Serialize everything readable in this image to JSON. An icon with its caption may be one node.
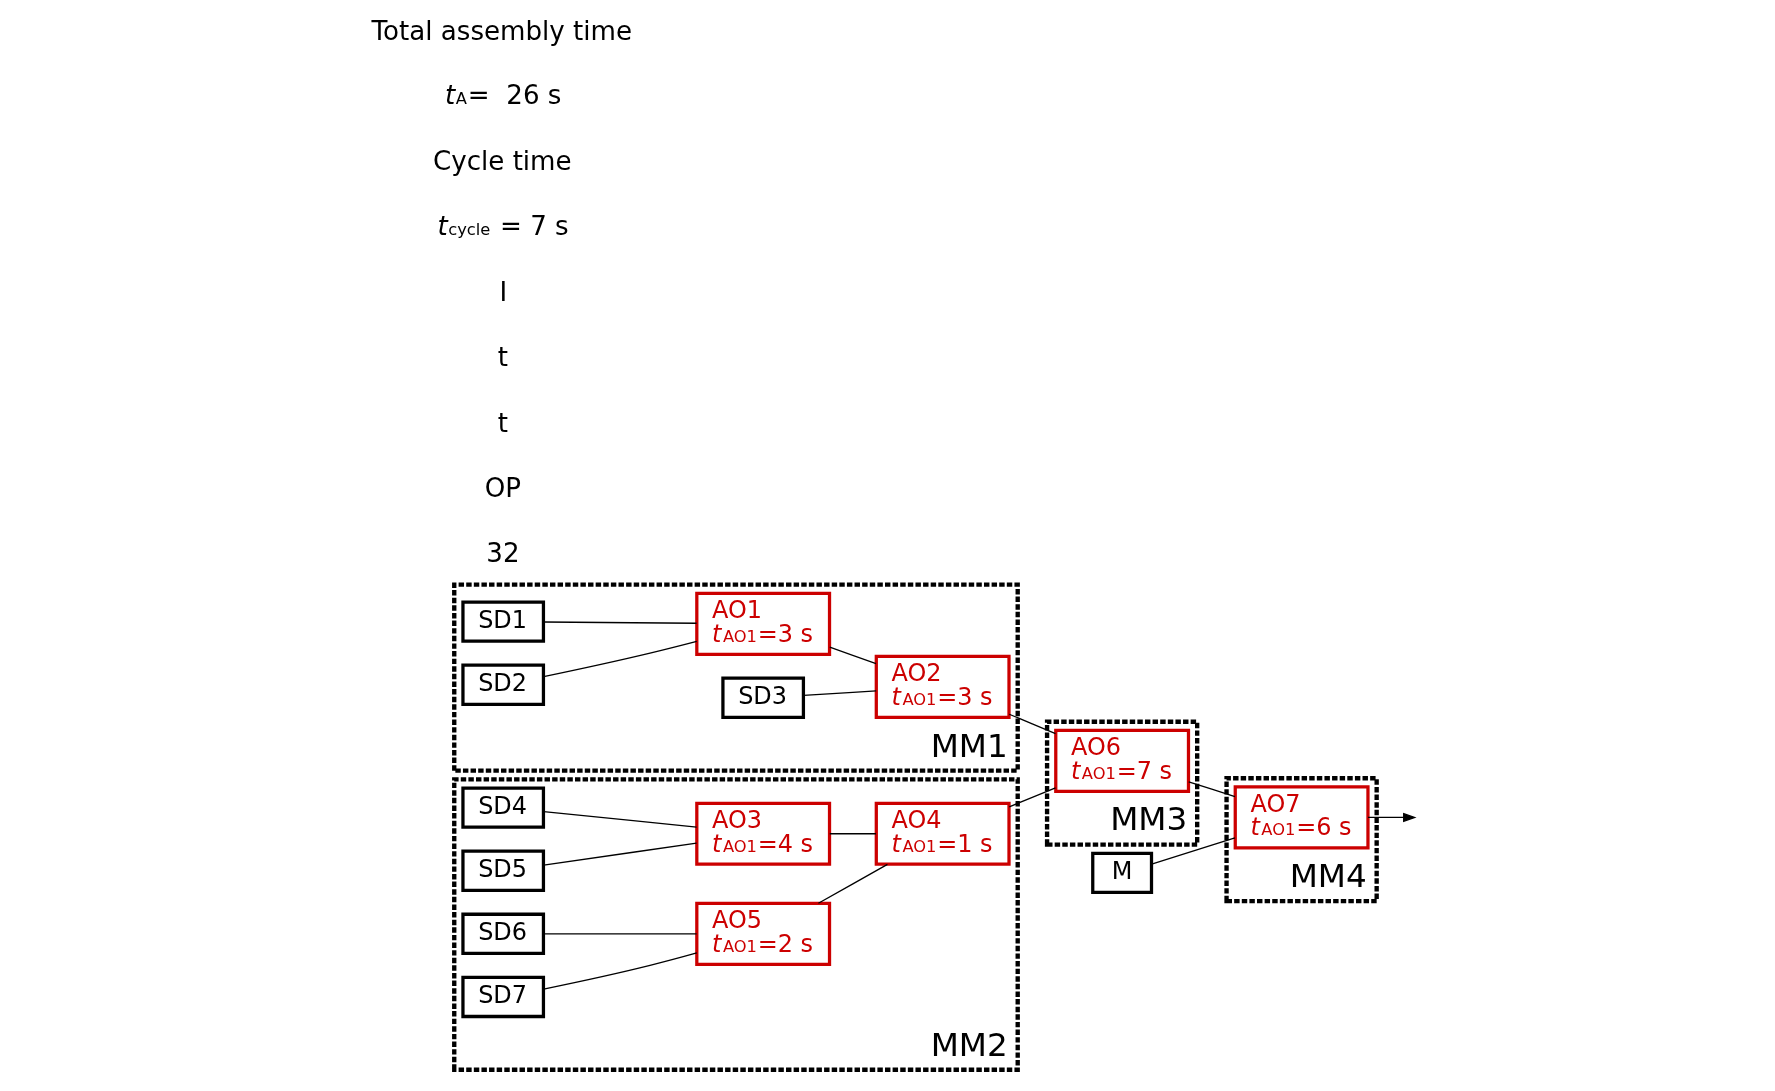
{
  "diagram": {
    "nodes": [
      {
        "text": [
          "MM1"
        ]
      },
      {
        "text": [
          "SD1"
        ],
        "in": 0
      },
      {
        "text": [
          "SD2"
        ],
        "in": 0
      },
      {
        "text": [
          "SD3"
        ],
        "in": 0
      },
      {
        "text": [
          "AO1",
          "*t*$_{AO1}$=3 s"
        ],
        "in": 0
      },
      {
        "text": [
          "AO2",
          "*t*$_{AO1}$=3 s"
        ],
        "in": 0
      },
      {
        "text": [
          "MM2"
        ]
      },
      {
        "text": [
          "SD4"
        ],
        "in": 6
      },
      {
        "text": [
          "SD5"
        ],
        "in": 6
      },
      {
        "text": [
          "SD6"
        ],
        "in": 6
      },
      {
        "text": [
          "SD7"
        ],
        "in": 6
      },
      {
        "text": [
          "AO3",
          "*t*$_{AO1}$=4 s"
        ],
        "in": 6
      },
      {
        "text": [
          "AO4",
          "*t*$_{AO1}$=1 s"
        ],
        "in": 6
      },
      {
        "text": [
          "AO5",
          "*t*$_{AO1}$=2 s"
        ],
        "in": 6
      },
      {
        "text": [
          "MM3"
        ]
      },
      {
        "text": [
          "AO6",
          "*t*$_{AO1}$=7 s"
        ],
        "in": 14
      },
      {
        "text": [
          "MM4"
        ]
      },
      {
        "text": [
          "AO7",
          "*t*$_{AO1}$=6 s"
        ],
        "in": 16
      },
      {
        "text": [
          "M"
        ]
      }
    ],
    "edges": [
      {
        "from": 1,
        "to": 4,
        "arrow": "none"
      },
      {
        "from": 2,
        "to": 4,
        "arrow": "none"
      },
      {
        "from": 4,
        "to": 5,
        "arrow": "none"
      },
      {
        "from": 3,
        "to": 5,
        "arrow": "none"
      },
      {
        "from": 5,
        "to": 15,
        "arrow": "none"
      },
      {
        "from": 7,
        "to": 11,
        "arrow": "none"
      },
      {
        "from": 8,
        "to": 11,
        "arrow": "none"
      },
      {
        "from": 11,
        "to": 12,
        "arrow": "none"
      },
      {
        "from": 9,
        "to": 13,
        "arrow": "none"
      },
      {
        "from": 10,
        "to": 13,
        "arrow": "none"
      },
      {
        "from": 13,
        "to": 12,
        "arrow": "none"
      },
      {
        "from": 12,
        "to": 15,
        "arrow": "none"
      },
      {
        "from": 15,
        "to": 17,
        "arrow": "none"
      },
      {
        "from": 18,
        "to": 17,
        "arrow": "none"
      },
      {
        "from": 17,
        "to": null,
        "arrow": "to"
      }
    ],
    "labels": [
      "Total assembly time",
      "*t*$_{A}$=  26 s",
      "Cycle time",
      "*t*$_{cycle}$ = 7 s",
      "I",
      "t",
      "t",
      "OP",
      "32"
    ]
  }
}
